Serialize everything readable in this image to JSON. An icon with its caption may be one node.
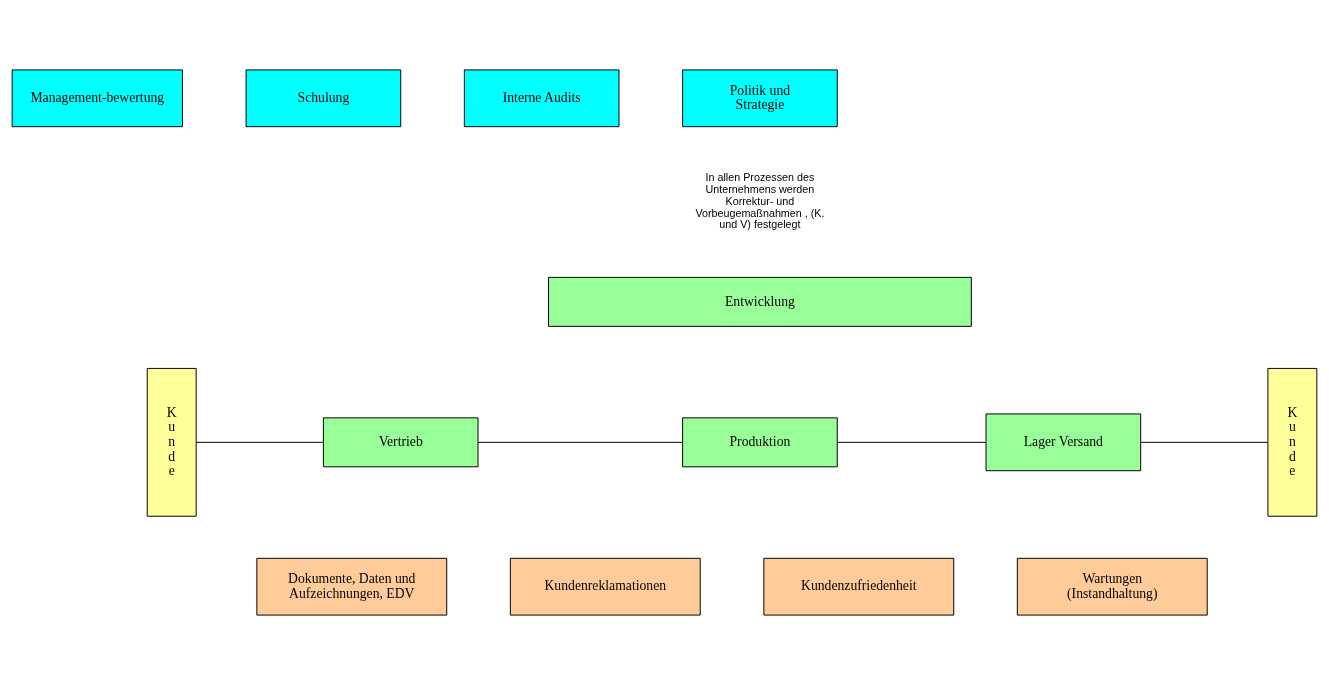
{
  "diagram": {
    "nodes": [
      {
        "text": [
          "Management-bewertung"
        ]
      },
      {
        "text": [
          "Schulung"
        ]
      },
      {
        "text": [
          "Interne Audits"
        ]
      },
      {
        "text": [
          "Politik und Strategie"
        ]
      },
      {
        "text": [
          "Entwicklung"
        ]
      },
      {
        "text": [
          "Kunde"
        ]
      },
      {
        "text": [
          "Vertrieb"
        ]
      },
      {
        "text": [
          "Produktion"
        ]
      },
      {
        "text": [
          "Lager Versand"
        ]
      },
      {
        "text": [
          "Kunde"
        ]
      },
      {
        "text": [
          "Dokumente, Daten und Aufzeichnungen, EDV"
        ]
      },
      {
        "text": [
          "Kundenreklamationen"
        ]
      },
      {
        "text": [
          "Kundenzufriedenheit"
        ]
      },
      {
        "text": [
          "Wartungen (Instandhaltung)"
        ]
      }
    ],
    "edges": [
      {
        "from": 5,
        "to": 6,
        "arrow": "none"
      },
      {
        "from": 6,
        "to": 7,
        "arrow": "none"
      },
      {
        "from": 7,
        "to": 8,
        "arrow": "none"
      },
      {
        "from": 8,
        "to": 9,
        "arrow": "none"
      }
    ],
    "labels": [
      "In allen Prozessen des Unternehmens werden Korrektur- und Vorbeugemaßnahmen , (K. und V) festgelegt"
    ]
  }
}
